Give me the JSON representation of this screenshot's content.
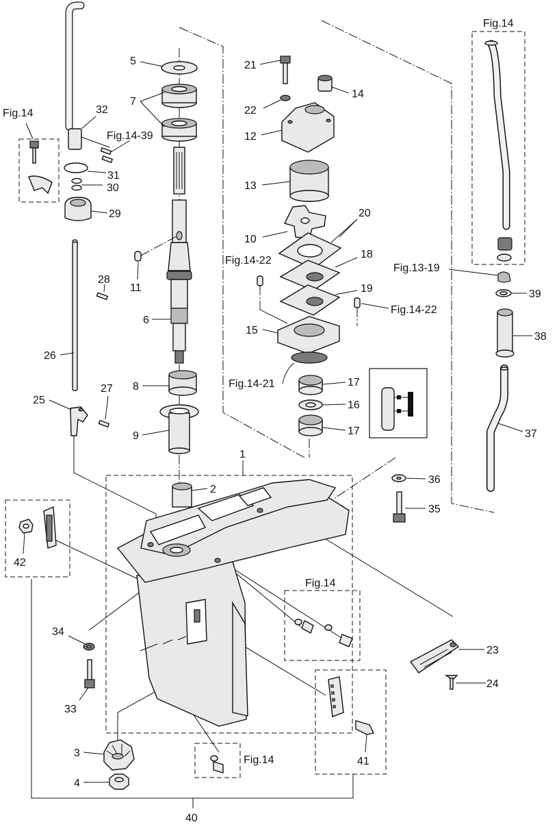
{
  "callouts": {
    "c1": "1",
    "c2": "2",
    "c3": "3",
    "c4": "4",
    "c5": "5",
    "c6": "6",
    "c7": "7",
    "c8": "8",
    "c9": "9",
    "c10": "10",
    "c11": "11",
    "c12": "12",
    "c13": "13",
    "c14": "14",
    "c15": "15",
    "c16": "16",
    "c17a": "17",
    "c17b": "17",
    "c18": "18",
    "c19": "19",
    "c20": "20",
    "c21": "21",
    "c22": "22",
    "c23": "23",
    "c24": "24",
    "c25": "25",
    "c26": "26",
    "c27": "27",
    "c28": "28",
    "c29": "29",
    "c30": "30",
    "c31": "31",
    "c32": "32",
    "c33": "33",
    "c34": "34",
    "c35": "35",
    "c36": "36",
    "c37": "37",
    "c38": "38",
    "c39": "39",
    "c40": "40",
    "c41": "41",
    "c42": "42"
  },
  "figrefs": {
    "fig14_left": "Fig.14",
    "fig14_39": "Fig.14-39",
    "fig14_22a": "Fig.14-22",
    "fig14_22b": "Fig.14-22",
    "fig14_21": "Fig.14-21",
    "fig14_topright": "Fig.14",
    "fig13_19": "Fig.13-19",
    "fig14_mid": "Fig.14",
    "fig14_bottom": "Fig.14"
  }
}
